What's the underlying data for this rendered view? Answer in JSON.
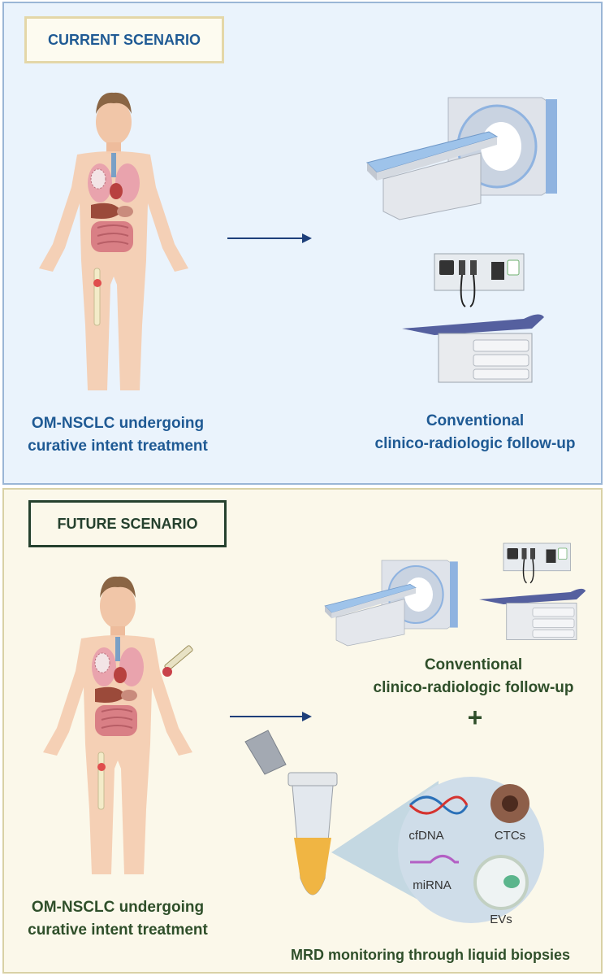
{
  "current": {
    "title": "CURRENT SCENARIO",
    "patient_line1": "OM-NSCLC undergoing",
    "patient_line2": "curative intent treatment",
    "followup_line1": "Conventional",
    "followup_line2": "clinico-radiologic follow-up"
  },
  "future": {
    "title": "FUTURE SCENARIO",
    "patient_line1": "OM-NSCLC undergoing",
    "patient_line2": "curative intent treatment",
    "followup_line1": "Conventional",
    "followup_line2": "clinico-radiologic follow-up",
    "plus": "+",
    "biomarkers": {
      "cfdna": "cfDNA",
      "ctcs": "CTCs",
      "mirna": "miRNA",
      "evs": "EVs"
    },
    "mrd": "MRD monitoring through liquid biopsies"
  },
  "colors": {
    "current_panel": "#eaf3fc",
    "future_panel": "#fbf8ea",
    "blue_text": "#1f5a94",
    "green_text": "#2f4f2a",
    "arrow": "#1e3f7a"
  }
}
